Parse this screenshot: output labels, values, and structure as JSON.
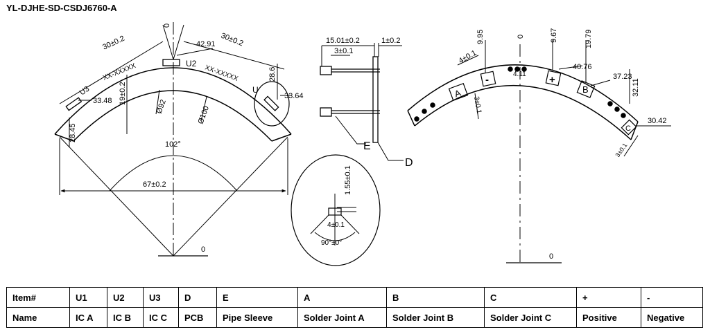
{
  "title": "YL-DJHE-SD-CSDJ6760-A",
  "left_view": {
    "dim_30_left": "30±0.2",
    "dim_30_right": "30±0.2",
    "dim_0": "0",
    "dim_42_91": "42.91",
    "label_u2": "U2",
    "label_u3": "U3",
    "label_u": "U",
    "marking_left": "XX-XXXXX",
    "marking_right": "XX-XXXXX",
    "dim_33_48": "33.48",
    "dim_19": "19±0.2",
    "dim_phi92": "Ø92",
    "dim_phi100": "Ø100",
    "dim_28_6": "28.6",
    "dim_33_64": "33.64",
    "dim_28_45": "28.45",
    "dim_102": "102°",
    "dim_67": "67±0.2",
    "dim_0_bottom": "0"
  },
  "side_view": {
    "dim_15_01": "15.01±0.2",
    "dim_3": "3±0.1",
    "dim_1": "1±0.2",
    "label_e": "E",
    "label_d": "D",
    "detail_1_55": "1.55±0.1",
    "detail_4": "4±0.1",
    "detail_90": "90°±0°"
  },
  "right_view": {
    "dim_9_95": "9.95",
    "dim_0_top": "0",
    "dim_9_67": "9.67",
    "dim_19_79": "19.79",
    "dim_4": "4±0.1",
    "dim_4_11": "4.11",
    "dim_40_76": "40.76",
    "dim_37_23": "37.23",
    "dim_32_11": "32.11",
    "label_a": "A",
    "label_minus": "-",
    "label_plus": "+",
    "label_b": "B",
    "label_c": "C",
    "dim_3_a": "3±0.1",
    "dim_30_42": "30.42",
    "dim_3_b": "3±0.1",
    "dim_0_bottom": "0"
  },
  "legend": {
    "header": [
      "Item#",
      "U1",
      "U2",
      "U3",
      "D",
      "E",
      "A",
      "B",
      "C",
      "+",
      "-"
    ],
    "row": [
      "Name",
      "IC A",
      "IC B",
      "IC C",
      "PCB",
      "Pipe Sleeve",
      "Solder Joint A",
      "Solder Joint B",
      "Solder Joint C",
      "Positive",
      "Negative"
    ]
  }
}
